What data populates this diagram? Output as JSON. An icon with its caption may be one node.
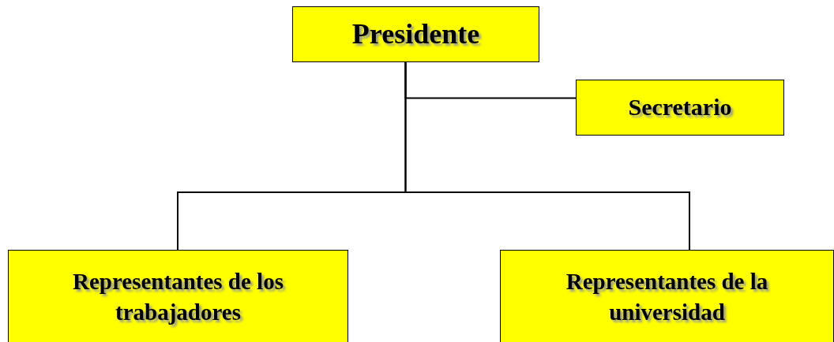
{
  "diagram": {
    "nodes": [
      {
        "text": [
          "Presidente"
        ]
      },
      {
        "text": [
          "Secretario"
        ]
      },
      {
        "text": [
          "Representantes de los trabajadores"
        ]
      },
      {
        "text": [
          "Representantes de la universidad"
        ]
      }
    ],
    "edges": [
      {
        "from": 0,
        "to": 1,
        "arrow": "none"
      },
      {
        "from": 0,
        "to": 2,
        "arrow": "none"
      },
      {
        "from": 0,
        "to": 3,
        "arrow": "none"
      }
    ]
  }
}
